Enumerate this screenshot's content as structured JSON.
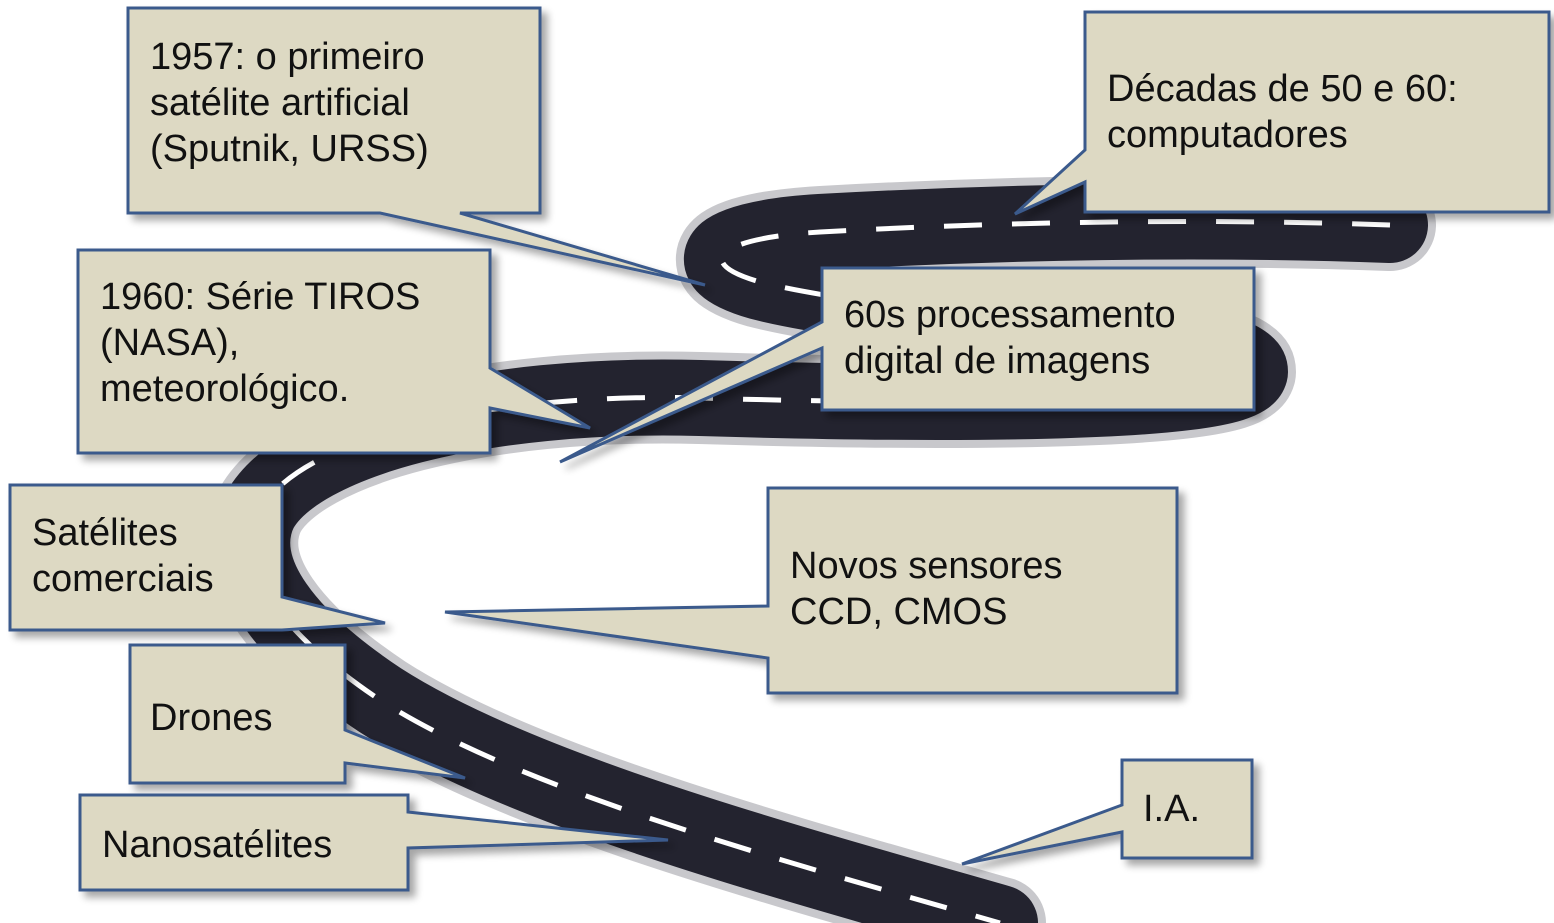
{
  "colors": {
    "callout_fill": "#ddd9c3",
    "callout_border": "#3a5a8c",
    "road_asphalt": "#23232f",
    "road_edge": "#c8c8cc",
    "lane_marking": "#ffffff"
  },
  "road": {
    "icon": "winding-road-icon"
  },
  "callouts": [
    {
      "id": "sputnik",
      "text": "1957: o primeiro\nsatélite artificial\n(Sputnik, URSS)"
    },
    {
      "id": "computers",
      "text": "Décadas de 50 e 60:\ncomputadores"
    },
    {
      "id": "tiros",
      "text": "1960: Série TIROS\n(NASA),\nmeteorológico."
    },
    {
      "id": "image-processing",
      "text": "60s processamento\ndigital de imagens"
    },
    {
      "id": "commercial-satellites",
      "text": "Satélites\ncomerciais"
    },
    {
      "id": "sensors",
      "text": "Novos sensores\nCCD, CMOS"
    },
    {
      "id": "drones",
      "text": "Drones"
    },
    {
      "id": "nanosatellites",
      "text": "Nanosatélites"
    },
    {
      "id": "ai",
      "text": "I.A."
    }
  ]
}
